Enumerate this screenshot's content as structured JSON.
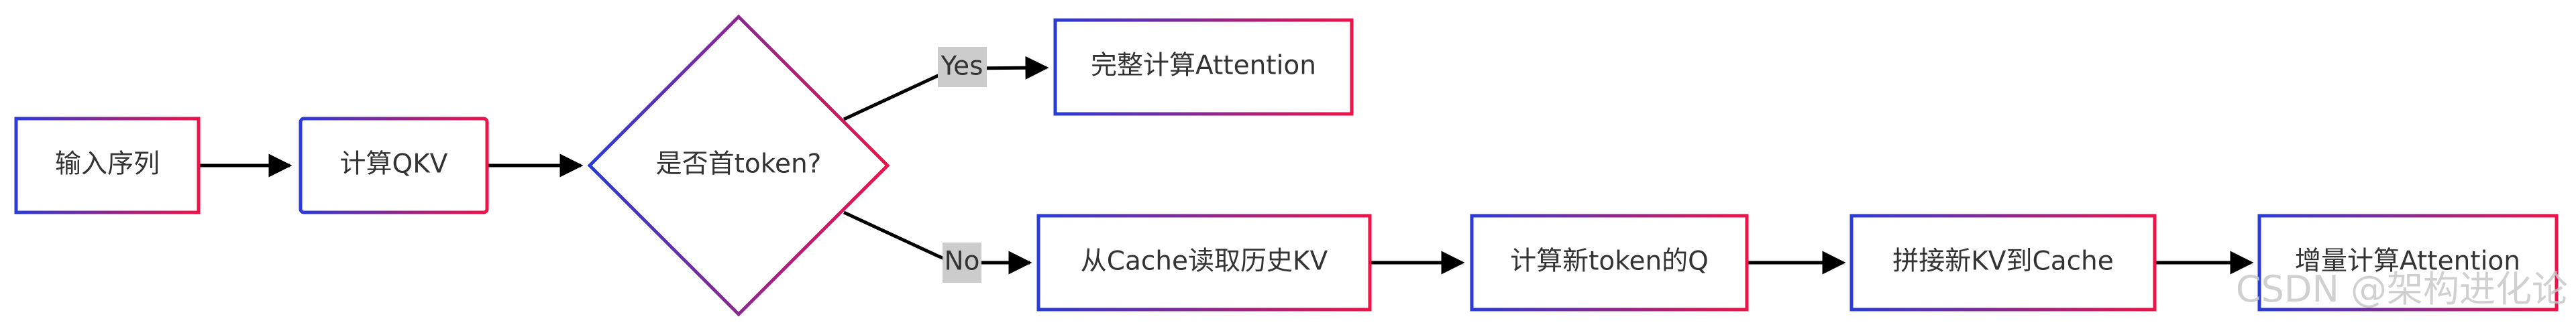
{
  "nodes": {
    "input_sequence": "输入序列",
    "compute_qkv": "计算QKV",
    "is_first_token": "是否首token?",
    "full_attention": "完整计算Attention",
    "read_cache_kv": "从Cache读取历史KV",
    "compute_new_q": "计算新token的Q",
    "concat_kv_cache": "拼接新KV到Cache",
    "incremental_attention": "增量计算Attention"
  },
  "edges": {
    "yes_label": "Yes",
    "no_label": "No"
  },
  "colors": {
    "border_gradient_start": "#2a3bd6",
    "border_gradient_end": "#ee1248",
    "edge_label_bg": "#cccccc",
    "arrow": "#000000"
  },
  "watermark": "CSDN @架构进化论"
}
